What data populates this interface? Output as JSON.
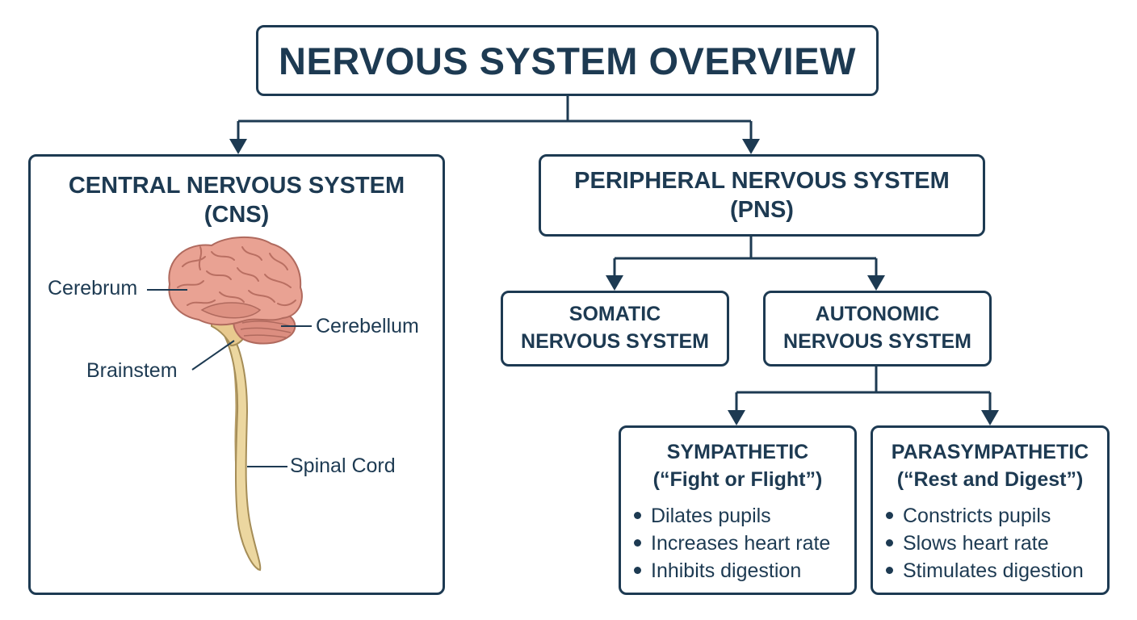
{
  "title": "NERVOUS SYSTEM OVERVIEW",
  "cns": {
    "heading_line1": "CENTRAL NERVOUS SYSTEM",
    "heading_line2": "(CNS)",
    "labels": {
      "cerebrum": "Cerebrum",
      "cerebellum": "Cerebellum",
      "brainstem": "Brainstem",
      "spinal_cord": "Spinal Cord"
    }
  },
  "pns": {
    "heading_line1": "PERIPHERAL NERVOUS SYSTEM",
    "heading_line2": "(PNS)"
  },
  "somatic": {
    "line1": "SOMATIC",
    "line2": "NERVOUS SYSTEM"
  },
  "autonomic": {
    "line1": "AUTONOMIC",
    "line2": "NERVOUS SYSTEM"
  },
  "sympathetic": {
    "heading_line1": "SYMPATHETIC",
    "heading_line2": "(“Fight or Flight”)",
    "bullets": [
      "Dilates pupils",
      "Increases heart rate",
      "Inhibits digestion"
    ]
  },
  "parasympathetic": {
    "heading_line1": "PARASYMPATHETIC",
    "heading_line2": "(“Rest and Digest”)",
    "bullets": [
      "Constricts pupils",
      "Slows heart rate",
      "Stimulates digestion"
    ]
  },
  "colors": {
    "outline": "#1d3a52",
    "brain_fill": "#e9a293",
    "brain_shadow": "#c97a6c",
    "spinal_cord": "#ecd7a0"
  }
}
